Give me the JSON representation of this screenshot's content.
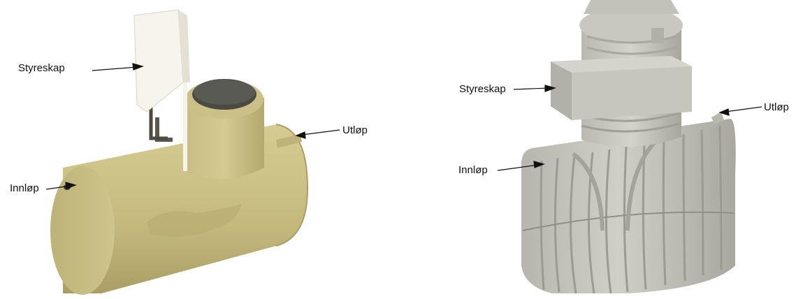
{
  "left_diagram": {
    "labels": {
      "control_cabinet": "Styreskap",
      "outlet": "Utløp",
      "inlet": "Innløp"
    },
    "colors": {
      "tank": "#c8bd82",
      "tank_shadow": "#a89d64",
      "lid": "#4a4a45",
      "cabinet": "#f4f2e8"
    }
  },
  "right_diagram": {
    "labels": {
      "control_cabinet": "Styreskap",
      "outlet": "Utløp",
      "inlet": "Innløp"
    },
    "colors": {
      "tank": "#c9c9c2",
      "tank_shadow": "#9e9e97"
    }
  }
}
